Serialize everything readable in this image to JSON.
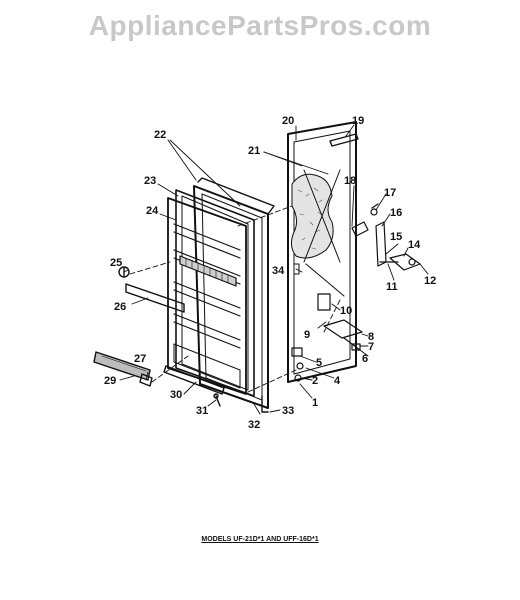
{
  "watermark": "AppliancePartsPros.com",
  "caption": "MODELS UF-21D*1 AND UFF-16D*1",
  "callouts": [
    "1",
    "2",
    "4",
    "5",
    "6",
    "7",
    "8",
    "9",
    "10",
    "11",
    "12",
    "14",
    "15",
    "16",
    "17",
    "18",
    "19",
    "20",
    "21",
    "22",
    "23",
    "24",
    "25",
    "26",
    "27",
    "29",
    "30",
    "31",
    "32",
    "33",
    "34"
  ]
}
